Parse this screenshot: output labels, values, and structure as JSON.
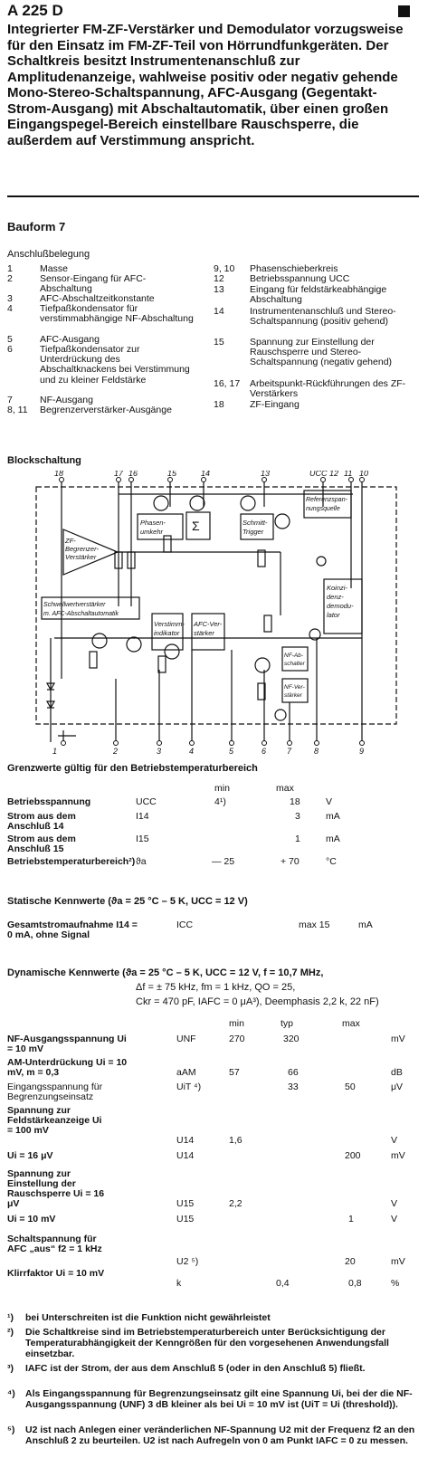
{
  "header": {
    "title": "A 225 D"
  },
  "intro": "Integrierter FM-ZF-Verstärker und Demodulator vorzugsweise für den Einsatz im FM-ZF-Teil von Hörrundfunkgeräten. Der Schaltkreis besitzt Instrumentenanschluß zur Amplitudenanzeige, wahlweise positiv oder negativ gehende Mono-Stereo-Schaltspannung, AFC-Ausgang (Gegentakt-Strom-Ausgang) mit Abschaltautomatik, über einen großen Eingangspegel-Bereich einstellbare Rauschsperre, die außerdem auf Verstimmung anspricht.",
  "bauform": "Bauform 7",
  "pins": {
    "heading": "Anschlußbelegung",
    "left": [
      {
        "n": "1",
        "t": "Masse"
      },
      {
        "n": "2",
        "t": "Sensor-Eingang für AFC-Abschaltung"
      },
      {
        "n": "3",
        "t": "AFC-Abschaltzeitkonstante"
      },
      {
        "n": "4",
        "t": "Tiefpaßkondensator für verstimmabhängige NF-Abschaltung"
      },
      {
        "n": "5",
        "t": "AFC-Ausgang"
      },
      {
        "n": "6",
        "t": "Tiefpaßkondensator zur Unterdrückung des Abschaltknackens bei Verstimmung und zu kleiner Feldstärke"
      },
      {
        "n": "7",
        "t": "NF-Ausgang"
      },
      {
        "n": "8, 11",
        "t": "Begrenzerverstärker-Ausgänge"
      }
    ],
    "right": [
      {
        "n": "9, 10",
        "t": "Phasenschieberkreis"
      },
      {
        "n": "12",
        "t": "Betriebsspannung UCC"
      },
      {
        "n": "13",
        "t": "Eingang für feldstärkeabhängige Abschaltung"
      },
      {
        "n": "14",
        "t": "Instrumentenanschluß und Stereo-Schaltspannung (positiv gehend)"
      },
      {
        "n": "15",
        "t": "Spannung zur Einstellung der Rauschsperre und Stereo-Schaltspannung (negativ gehend)"
      },
      {
        "n": "16, 17",
        "t": "Arbeitspunkt-Rückführungen des ZF-Verstärkers"
      },
      {
        "n": "18",
        "t": "ZF-Eingang"
      }
    ]
  },
  "diagram": {
    "heading": "Blockschaltung",
    "top_pins": [
      "18",
      "17",
      "16",
      "15",
      "14",
      "13",
      "UCC 12",
      "11",
      "10"
    ],
    "bottom_pins": [
      "1",
      "2",
      "3",
      "4",
      "5",
      "6",
      "7",
      "8",
      "9"
    ],
    "blocks": {
      "phase": [
        "Phasen-",
        "umkehr"
      ],
      "sum": "Σ",
      "schmitt": [
        "Schmitt-",
        "Trigger"
      ],
      "ref": [
        "Referenzspan-",
        "nungsquelle"
      ],
      "zf": [
        "ZF-",
        "Begrenzer-",
        "Verstärker"
      ],
      "koinz": [
        "Koinzi-",
        "denz-",
        "demodu-",
        "lator"
      ],
      "schwell": [
        "Schwellwertverstärker",
        "m. AFC-Abschaltautomatik"
      ],
      "verstimm": [
        "Verstimm-",
        "indikator"
      ],
      "afc": [
        "AFC-Ver-",
        "stärker"
      ],
      "nfab": [
        "NF-Ab-",
        "schalter"
      ],
      "nfver": [
        "NF-Ver-",
        "stärker"
      ]
    }
  },
  "grenz": {
    "heading": "Grenzwerte gültig für den Betriebstemperaturbereich",
    "cols": [
      "min",
      "max"
    ],
    "rows": [
      {
        "label": "Betriebsspannung",
        "sym": "UCC",
        "min": "4¹)",
        "max": "18",
        "unit": "V"
      },
      {
        "label": "Strom aus dem Anschluß 14",
        "sym": "I14",
        "min": "",
        "max": "3",
        "unit": "mA"
      },
      {
        "label": "Strom aus dem Anschluß 15",
        "sym": "I15",
        "min": "",
        "max": "1",
        "unit": "mA"
      },
      {
        "label": "Betriebstemperaturbereich²)",
        "sym": "ϑa",
        "min": "— 25",
        "max": "+ 70",
        "unit": "°C"
      }
    ]
  },
  "statisch": {
    "heading": "Statische Kennwerte (ϑa = 25 °C – 5 K, UCC = 12 V)",
    "row": {
      "label": "Gesamtstromaufnahme I14 = 0 mA, ohne Signal",
      "sym": "ICC",
      "val": "max 15",
      "unit": "mA"
    }
  },
  "dyn": {
    "heading": "Dynamische Kennwerte (ϑa = 25 °C – 5 K, UCC = 12 V, f = 10,7 MHz,",
    "cond2": "Δf = ± 75 kHz, fm = 1 kHz, QO = 25,",
    "cond3": "Ckr = 470 pF, IAFC = 0 μA³), Deemphasis 2,2 k, 22 nF)",
    "cols": [
      "min",
      "typ",
      "max"
    ],
    "rows": [
      {
        "label": "NF-Ausgangsspannung Ui = 10 mV",
        "sym": "UNF",
        "min": "270",
        "typ": "320",
        "max": "",
        "unit": "mV"
      },
      {
        "label": "AM-Unterdrückung Ui = 10 mV, m = 0,3",
        "sym": "aAM",
        "min": "57",
        "typ": "66",
        "max": "",
        "unit": "dB"
      },
      {
        "label": "Eingangsspannung für Begrenzungseinsatz",
        "sym": "UiT ⁴)",
        "min": "",
        "typ": "33",
        "max": "50",
        "unit": "μV"
      },
      {
        "label": "Spannung zur Feldstärkeanzeige Ui = 100 mV",
        "sym": "U14",
        "min": "1,6",
        "typ": "",
        "max": "",
        "unit": "V"
      },
      {
        "label": "Ui = 16 μV",
        "sym": "U14",
        "min": "",
        "typ": "",
        "max": "200",
        "unit": "mV"
      },
      {
        "label": "Spannung zur Einstellung der Rauschsperre Ui = 16 μV",
        "sym": "U15",
        "min": "2,2",
        "typ": "",
        "max": "",
        "unit": "V"
      },
      {
        "label": "Ui = 10 mV",
        "sym": "U15",
        "min": "",
        "typ": "",
        "max": "1",
        "unit": "V"
      },
      {
        "label": "Schaltspannung für AFC „aus“ f2 = 1 kHz",
        "sym": "U2 ⁵)",
        "min": "",
        "typ": "",
        "max": "20",
        "unit": "mV"
      },
      {
        "label": "Klirrfaktor Ui = 10 mV",
        "sym": "k",
        "min": "",
        "typ": "0,4",
        "max": "0,8",
        "unit": "%"
      }
    ]
  },
  "footnotes": [
    {
      "m": "¹)",
      "t": "bei Unterschreiten ist die Funktion nicht gewährleistet"
    },
    {
      "m": "²)",
      "t": "Die Schaltkreise sind im Betriebstemperaturbereich unter Berücksichtigung der Temperaturabhängigkeit der Kenngrößen für den vorgesehenen Anwendungsfall einsetzbar."
    },
    {
      "m": "³)",
      "t": "IAFC ist der Strom, der aus dem Anschluß 5 (oder in den Anschluß 5) fließt."
    },
    {
      "m": "⁴)",
      "t": "Als Eingangsspannung für Begrenzungseinsatz gilt eine Spannung Ui, bei der die NF-Ausgangsspannung (UNF) 3 dB kleiner als bei Ui = 10 mV ist (UiT = Ui (threshold))."
    },
    {
      "m": "⁵)",
      "t": "U2 ist nach Anlegen einer veränderlichen NF-Spannung U2 mit der Frequenz f2 an den Anschluß 2 zu beurteilen. U2 ist nach Aufregeln von 0 am Punkt IAFC = 0 zu messen."
    }
  ]
}
